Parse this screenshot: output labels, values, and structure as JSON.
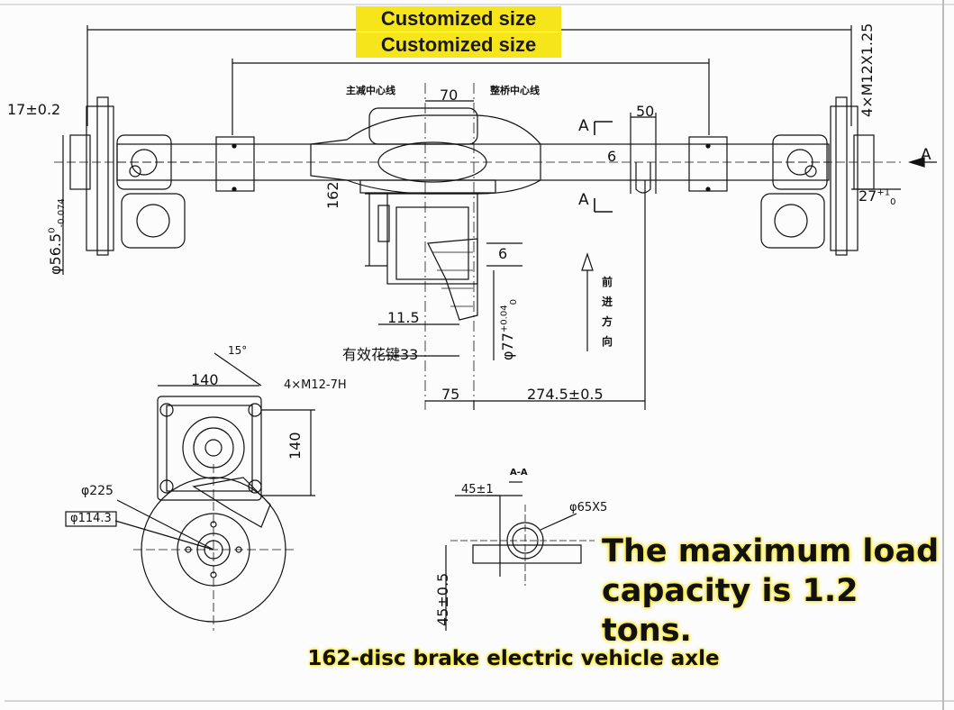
{
  "banner": {
    "line1": "Customized size",
    "line2": "Customized size"
  },
  "headline": {
    "line1": "The maximum load",
    "line2": "capacity is 1.2 tons."
  },
  "caption": "162-disc brake electric vehicle axle",
  "dimensions": {
    "d_17": "17±0.2",
    "d_70": "70",
    "d_50": "50",
    "d_6a": "6",
    "d_6b": "6",
    "d_162": "162",
    "d_115": "11.5",
    "spline": "有效花键33",
    "d_75": "75",
    "d_2745": "274.5±0.5",
    "d_140a": "140",
    "d_140b": "140",
    "d_15": "15°",
    "m12_7h": "4×M12-7H",
    "phi225": "φ225",
    "phi1143": "φ114.3",
    "d_451": "45±1",
    "aa": "A-A",
    "phi65": "φ65X5",
    "d_4505": "45±0.5",
    "phi565": "φ56.5",
    "phi565_tol_up": "0",
    "phi565_tol_dn": "-0.074",
    "phi77": "φ77",
    "phi77_tol_up": "+0.04",
    "phi77_tol_dn": "0",
    "m12x125": "4×M12X1.25",
    "d_27": "27",
    "d_27_tol": "+1",
    "d_27_tol0": "0",
    "section_a": "A",
    "view_a": "A",
    "main_center": "主减中心线",
    "axle_center": "整桥中心线",
    "direction": "前进方向"
  }
}
